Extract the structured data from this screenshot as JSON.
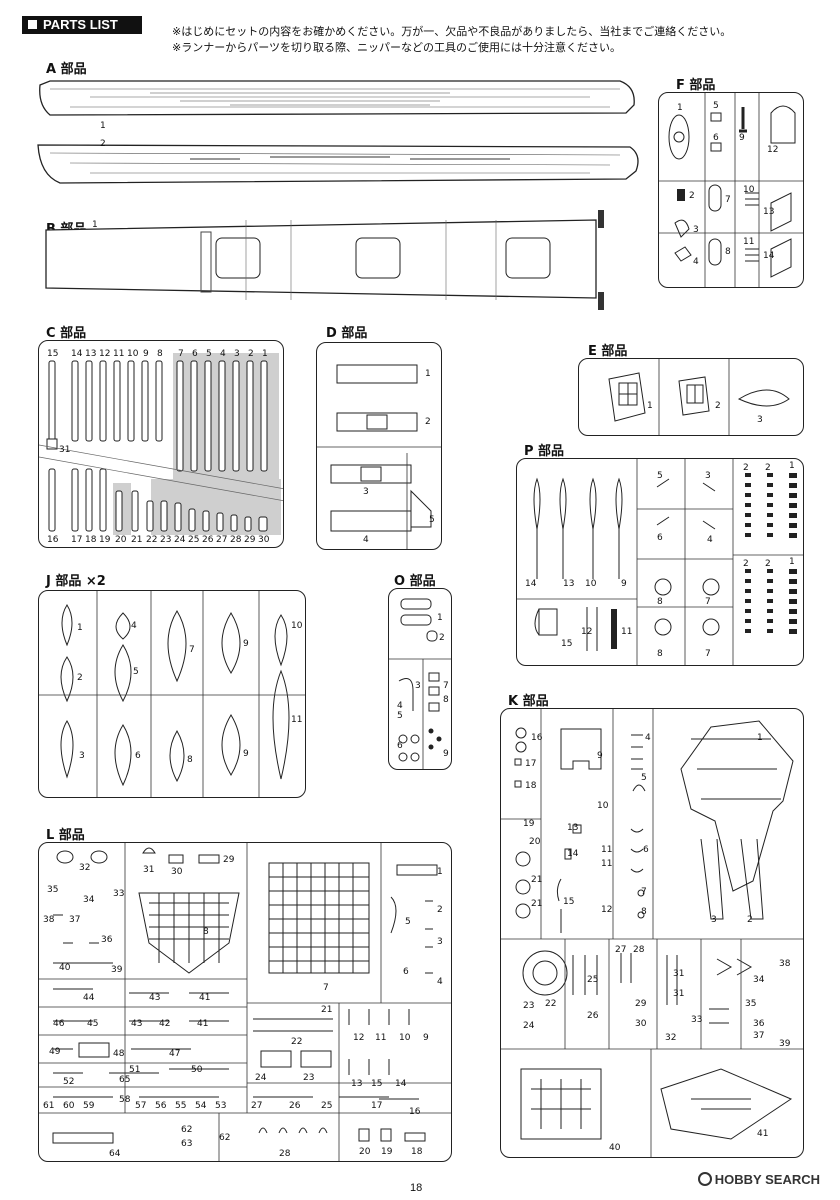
{
  "header": {
    "title": "PARTS LIST"
  },
  "notes": [
    "※はじめにセットの内容をお確かめください。万が一、欠品や不良品がありましたら、当社までご連絡ください。",
    "※ランナーからパーツを切り取る際、ニッパーなどの工具のご使用には十分注意ください。"
  ],
  "sections": {
    "A": "A 部品",
    "B": "B 部品",
    "C": "C 部品",
    "D": "D 部品",
    "E": "E 部品",
    "F": "F 部品",
    "J": "J 部品 ×2",
    "O": "O 部品",
    "P": "P 部品",
    "K": "K 部品",
    "L": "L 部品"
  },
  "parts": {
    "A": [
      "1",
      "2"
    ],
    "B": [
      "1"
    ],
    "C_top": [
      "15",
      "14",
      "13",
      "12",
      "11",
      "10",
      "9",
      "8",
      "7",
      "6",
      "5",
      "4",
      "3",
      "2",
      "1"
    ],
    "C_mid": [
      "31"
    ],
    "C_bottom": [
      "16",
      "17",
      "18",
      "19",
      "20",
      "21",
      "22",
      "23",
      "24",
      "25",
      "26",
      "27",
      "28",
      "29",
      "30"
    ],
    "D": [
      "1",
      "2",
      "3",
      "4",
      "5"
    ],
    "E": [
      "1",
      "2",
      "3"
    ],
    "F": [
      "1",
      "5",
      "6",
      "9",
      "12",
      "2",
      "7",
      "10",
      "13",
      "3",
      "4",
      "8",
      "11",
      "14"
    ],
    "J": [
      "1",
      "4",
      "7",
      "9",
      "10",
      "2",
      "5",
      "11",
      "3",
      "6",
      "8",
      "9"
    ],
    "O": [
      "1",
      "2",
      "3",
      "4",
      "5",
      "6",
      "7",
      "8",
      "9"
    ],
    "P": [
      "14",
      "13",
      "10",
      "9",
      "5",
      "3",
      "6",
      "4",
      "8",
      "7",
      "8",
      "7",
      "15",
      "12",
      "11",
      "2",
      "2",
      "1",
      "2",
      "2",
      "1"
    ],
    "K": [
      "16",
      "17",
      "18",
      "19",
      "20",
      "21",
      "21",
      "9",
      "4",
      "5",
      "6",
      "7",
      "8",
      "10",
      "13",
      "14",
      "11",
      "11",
      "15",
      "12",
      "1",
      "3",
      "2",
      "22",
      "23",
      "24",
      "25",
      "26",
      "27",
      "28",
      "29",
      "30",
      "31",
      "31",
      "32",
      "33",
      "34",
      "35",
      "36",
      "37",
      "38",
      "39",
      "40",
      "41"
    ],
    "L": [
      "32",
      "31",
      "30",
      "29",
      "35",
      "34",
      "33",
      "38",
      "37",
      "36",
      "40",
      "39",
      "8",
      "7",
      "1",
      "2",
      "3",
      "4",
      "5",
      "6",
      "44",
      "43",
      "41",
      "46",
      "45",
      "43",
      "42",
      "41",
      "21",
      "22",
      "12",
      "11",
      "10",
      "9",
      "49",
      "48",
      "47",
      "24",
      "23",
      "13",
      "15",
      "14",
      "52",
      "51",
      "50",
      "65",
      "61",
      "60",
      "59",
      "58",
      "57",
      "56",
      "55",
      "54",
      "53",
      "27",
      "26",
      "25",
      "17",
      "16",
      "62",
      "63",
      "62",
      "64",
      "28",
      "20",
      "19",
      "18"
    ]
  },
  "page_number": "18",
  "watermark": "HOBBY SEARCH"
}
